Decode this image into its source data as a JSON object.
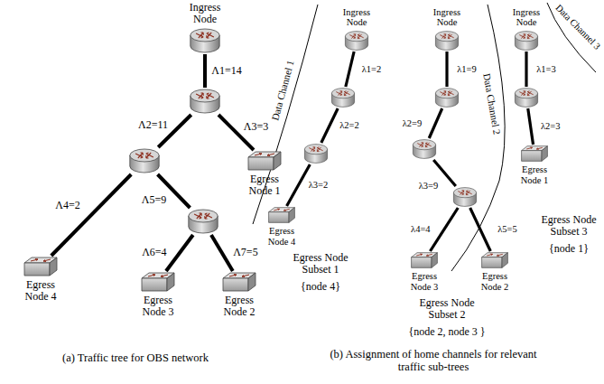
{
  "diagram": {
    "nodes": [
      {
        "text": [
          "Ingress Node"
        ]
      },
      {
        "text": []
      },
      {
        "text": []
      },
      {
        "text": [
          "Egress Node 1"
        ]
      },
      {
        "text": [
          "Egress Node 4"
        ]
      },
      {
        "text": []
      },
      {
        "text": [
          "Egress Node 3"
        ]
      },
      {
        "text": [
          "Egress Node 2"
        ]
      },
      {
        "text": [
          "Ingress Node"
        ]
      },
      {
        "text": []
      },
      {
        "text": []
      },
      {
        "text": [
          "Egress Node 4"
        ]
      },
      {
        "text": [
          "Ingress Node"
        ]
      },
      {
        "text": []
      },
      {
        "text": []
      },
      {
        "text": []
      },
      {
        "text": [
          "Egress Node 3"
        ]
      },
      {
        "text": [
          "Egress Node 2"
        ]
      },
      {
        "text": [
          "Ingress Node"
        ]
      },
      {
        "text": []
      },
      {
        "text": [
          "Egress Node 1"
        ]
      }
    ],
    "edges": [
      {
        "from": 0,
        "to": 1,
        "arrow": "none",
        "label": "Λ1=14"
      },
      {
        "from": 1,
        "to": 2,
        "arrow": "none",
        "label": "Λ2=11"
      },
      {
        "from": 1,
        "to": 3,
        "arrow": "none",
        "label": "Λ3=3"
      },
      {
        "from": 2,
        "to": 4,
        "arrow": "none",
        "label": "Λ4=2"
      },
      {
        "from": 2,
        "to": 5,
        "arrow": "none",
        "label": "Λ5=9"
      },
      {
        "from": 5,
        "to": 6,
        "arrow": "none",
        "label": "Λ6=4"
      },
      {
        "from": 5,
        "to": 7,
        "arrow": "none",
        "label": "Λ7=5"
      },
      {
        "from": 8,
        "to": 9,
        "arrow": "none",
        "label": "λ1=2"
      },
      {
        "from": 9,
        "to": 10,
        "arrow": "none",
        "label": "λ2=2"
      },
      {
        "from": 10,
        "to": 11,
        "arrow": "none",
        "label": "λ3=2"
      },
      {
        "from": 12,
        "to": 13,
        "arrow": "none",
        "label": "λ1=9"
      },
      {
        "from": 13,
        "to": 14,
        "arrow": "none",
        "label": "λ2=9"
      },
      {
        "from": 14,
        "to": 15,
        "arrow": "none",
        "label": "λ3=9"
      },
      {
        "from": 15,
        "to": 16,
        "arrow": "none",
        "label": "λ4=4"
      },
      {
        "from": 15,
        "to": 17,
        "arrow": "none",
        "label": "λ5=5"
      },
      {
        "from": 18,
        "to": 19,
        "arrow": "none",
        "label": "λ1=3"
      },
      {
        "from": 19,
        "to": 20,
        "arrow": "none",
        "label": "λ2=3"
      }
    ],
    "labels": [
      "Data Channel 1",
      "Data Channel 2",
      "Data Channel 3",
      "Egress Node Subset 1",
      "{node 4}",
      "Egress Node Subset 2",
      "{node 2, node 3 }",
      "Egress Node Subset 3",
      "{node 1}",
      "(a) Traffic tree for OBS network",
      "(b) Assignment of home channels for relevant traffic sub-trees"
    ]
  }
}
